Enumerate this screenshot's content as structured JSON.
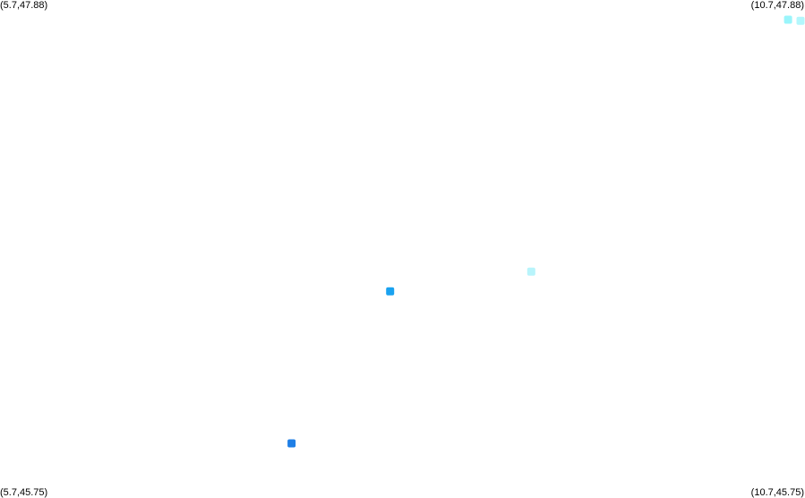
{
  "corners": {
    "top_left": "(5.7,47.88)",
    "top_right": "(10.7,47.88)",
    "bottom_left": "(5.7,45.75)",
    "bottom_right": "(10.7,45.75)"
  },
  "extent": {
    "lon_min": 5.7,
    "lon_max": 10.7,
    "lat_min": 45.75,
    "lat_max": 47.88
  },
  "colors": {
    "background": "#ffffff",
    "label": "#000000"
  },
  "markers": [
    {
      "lon": 10.595,
      "lat": 47.795,
      "color": "#9af5fb"
    },
    {
      "lon": 10.672,
      "lat": 47.79,
      "color": "#b3f7fc"
    },
    {
      "lon": 9.0,
      "lat": 46.71,
      "color": "#b8f4fb"
    },
    {
      "lon": 8.123,
      "lat": 46.625,
      "color": "#1aa2f0"
    },
    {
      "lon": 7.511,
      "lat": 45.97,
      "color": "#1f7fe6"
    }
  ]
}
